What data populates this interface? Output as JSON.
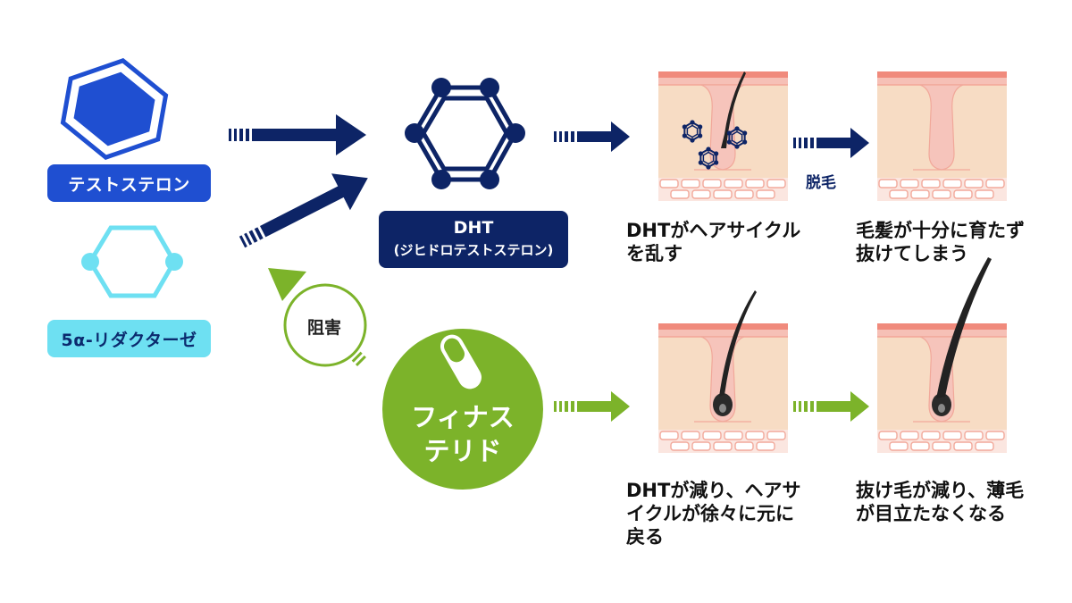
{
  "molecules": {
    "testosterone_label": "テストステロン",
    "reductase_label": "5α-リダクターゼ",
    "dht_label": "DHT",
    "dht_sublabel": "(ジヒドロテストステロン)"
  },
  "inhibit_label": "阻害",
  "finasteride_label": "フィナス\nテリド",
  "hair_loss_label": "脱毛",
  "stages": {
    "top_left_caption": "DHTがヘアサイクル\nを乱す",
    "top_right_caption": "毛髪が十分に育たず\n抜けてしまう",
    "bottom_left_caption": "DHTが減り、ヘアサ\nイクルが徐々に元に\n戻る",
    "bottom_right_caption": "抜け毛が減り、薄毛\nが目立たなくなる"
  },
  "colors": {
    "testosterone_blue": "#1f4fd1",
    "reductase_cyan": "#6ee0f2",
    "dht_navy": "#0d2466",
    "finasteride_green": "#7cb32a",
    "skin_pink": "#f2a99b",
    "skin_beige": "#f7dcc4"
  }
}
